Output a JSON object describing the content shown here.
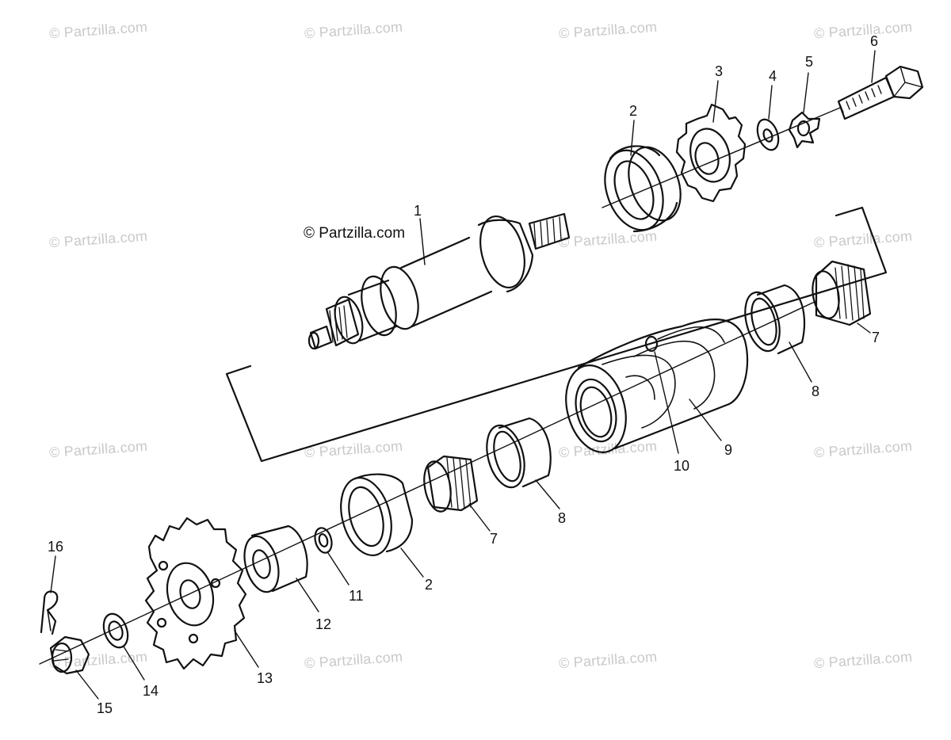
{
  "watermark": "© Partzilla.com",
  "credit": "© Partzilla.com",
  "callouts": {
    "c1": "1",
    "c2a": "2",
    "c3": "3",
    "c4": "4",
    "c5": "5",
    "c6": "6",
    "c7a": "7",
    "c8a": "8",
    "c9": "9",
    "c10": "10",
    "c8b": "8",
    "c7b": "7",
    "c2b": "2",
    "c11": "11",
    "c12": "12",
    "c13": "13",
    "c14": "14",
    "c15": "15",
    "c16": "16"
  },
  "colors": {
    "line": "#111111",
    "watermark": "#c9c9c9",
    "background": "#ffffff"
  }
}
